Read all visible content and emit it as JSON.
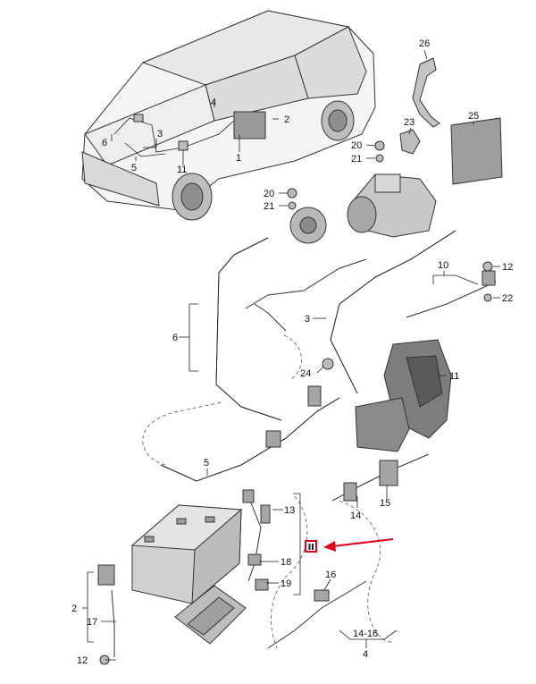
{
  "colors": {
    "line": "#222222",
    "part_fill": "#cfcfcf",
    "part_dark": "#8a8a8a",
    "highlight": "#e3001b"
  },
  "callouts": {
    "c1": "1",
    "c2": "2",
    "c3": "3",
    "c4": "4",
    "c5": "5",
    "c6": "6",
    "c10": "10",
    "c11": "11",
    "c12": "12",
    "c13": "13",
    "c14": "14",
    "c15": "15",
    "c16": "16",
    "c17": "17",
    "c18": "18",
    "c19": "19",
    "c20": "20",
    "c21": "21",
    "c22": "22",
    "c23": "23",
    "c24": "24",
    "c25": "25",
    "c26": "26",
    "c1416": "14-16"
  }
}
